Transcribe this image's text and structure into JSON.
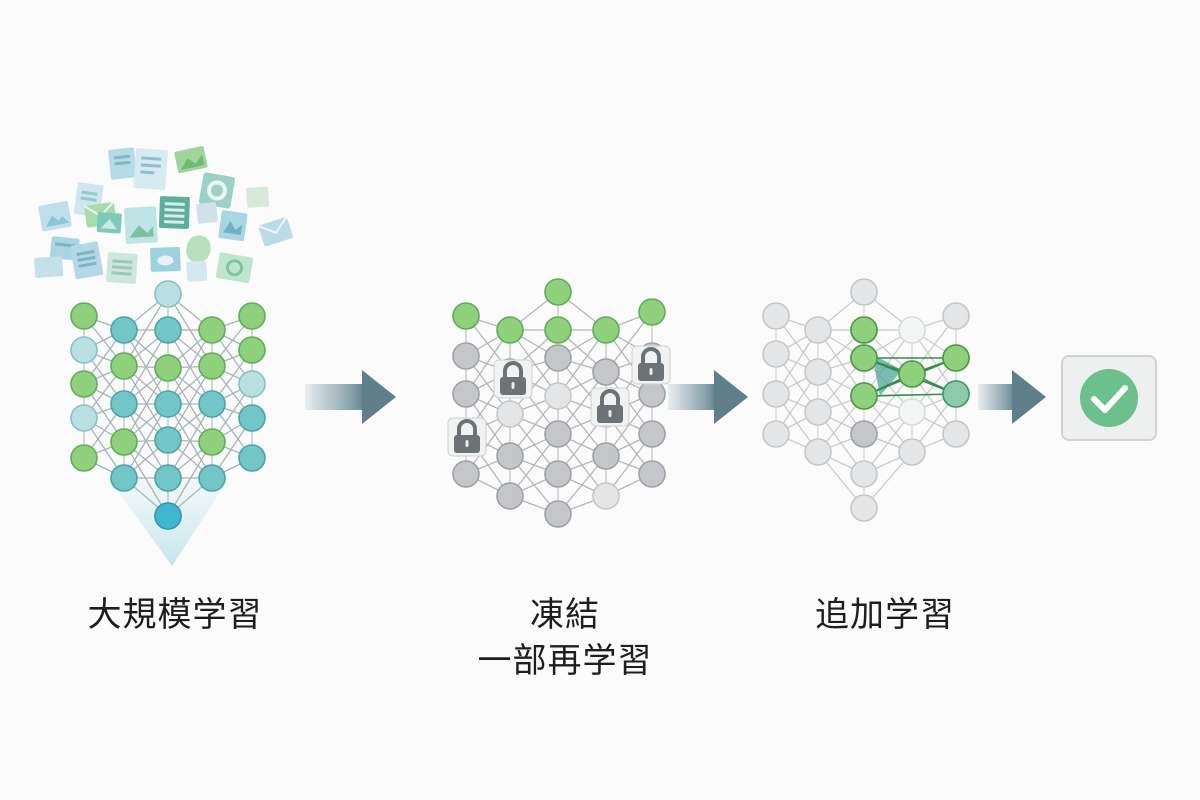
{
  "stages": [
    {
      "label_lines": [
        "大規模学習"
      ]
    },
    {
      "label_lines": [
        "凍結",
        "一部再学習"
      ]
    },
    {
      "label_lines": [
        "追加学習"
      ]
    }
  ],
  "colors": {
    "green": "#8fd07c",
    "teal": "#73c6c8",
    "light_teal": "#b9dfe2",
    "gray": "#c4c6c9",
    "light_gray": "#e4e5e6",
    "dark_green_edge": "#2f8f4a",
    "arrow": "#6f8b96",
    "check": "#6cc08b",
    "lock": "#6d7276"
  },
  "icons": [
    "document-icon",
    "image-icon",
    "mail-icon",
    "chart-icon",
    "cloud-icon",
    "padlock-icon",
    "checkmark-icon",
    "arrow-icon"
  ]
}
